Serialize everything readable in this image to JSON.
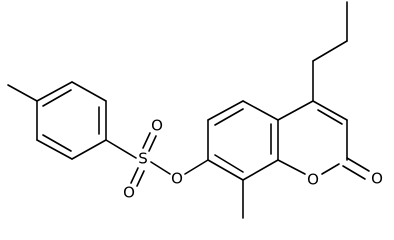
{
  "structure": {
    "atoms": {
      "sulfur": "S",
      "sulfonyl_oxygen_top": "O",
      "sulfonyl_oxygen_bottom": "O",
      "ester_oxygen": "O",
      "ring_oxygen": "O",
      "carbonyl_oxygen": "O"
    },
    "colors": {
      "bond": "#000000",
      "background": "#ffffff"
    }
  }
}
